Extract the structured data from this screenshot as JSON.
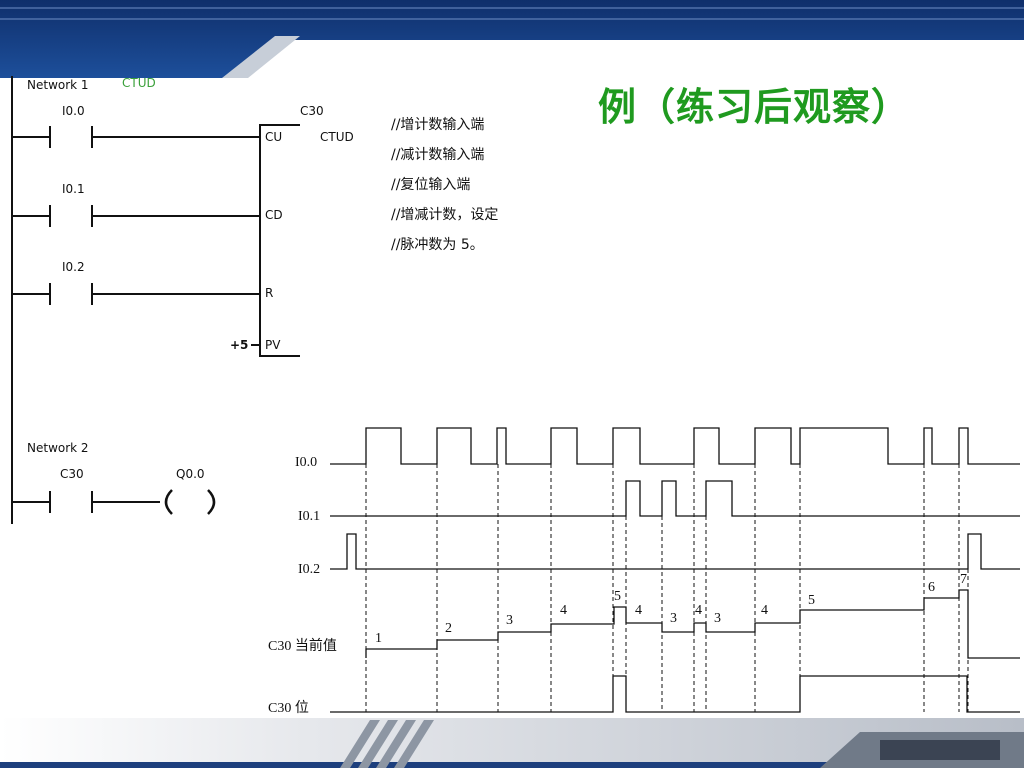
{
  "slide": {
    "title": "例（练习后观察）"
  },
  "network1": {
    "label": "Network 1",
    "tag": "CTUD",
    "block_name": "C30",
    "block_type": "CTUD",
    "contacts": [
      "I0.0",
      "I0.1",
      "I0.2"
    ],
    "pins": [
      "CU",
      "CD",
      "R",
      "PV"
    ],
    "pv_value": "+5"
  },
  "comments": [
    "//增计数输入端",
    "//减计数输入端",
    "//复位输入端",
    "//增减计数，设定",
    "//脉冲数为 5。"
  ],
  "network2": {
    "label": "Network 2",
    "contact": "C30",
    "coil": "Q0.0"
  },
  "timing": {
    "signals": [
      "I0.0",
      "I0.1",
      "I0.2",
      "C30 当前值",
      "C30 位"
    ],
    "counter_values": [
      "1",
      "2",
      "3",
      "4",
      "5",
      "4",
      "3",
      "4",
      "3",
      "4",
      "5",
      "6",
      "7"
    ]
  },
  "colors": {
    "header_dark": "#143a7a",
    "title_green": "#1f9a1f",
    "tag_green": "#3aa03a"
  }
}
